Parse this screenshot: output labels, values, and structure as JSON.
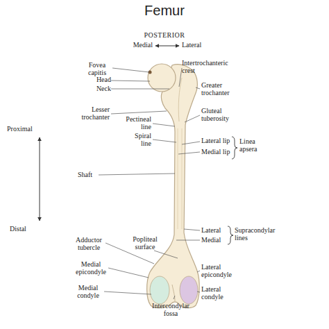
{
  "diagram": {
    "title": "Femur",
    "labels": [
      "POSTERIOR",
      "Medial",
      "Lateral",
      "Fovea capitis",
      "Head",
      "Neck",
      "Intertrochanteric crest",
      "Greater trochanter",
      "Lesser trochanter",
      "Pectineal line",
      "Gluteal tuberosity",
      "Spiral line",
      "Lateral lip",
      "Medial lip",
      "Linea apsera",
      "Proximal",
      "Distal",
      "Shaft",
      "Adductor tubercle",
      "Popliteal surface",
      "Lateral",
      "Medial",
      "Supracondylar lines",
      "Medial epicondyle",
      "Lateral epicondyle",
      "Medial condyle",
      "Lateral condyle",
      "Intercondylar fossa"
    ]
  }
}
